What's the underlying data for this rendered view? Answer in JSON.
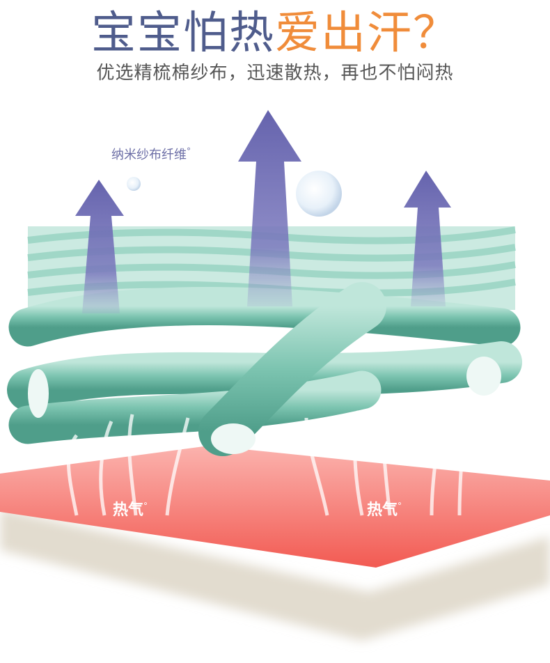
{
  "header": {
    "title_part1": "宝宝怕热",
    "title_part2": "爱出汗？",
    "subtitle": "优选精梳棉纱布，迅速散热，再也不怕闷热"
  },
  "illustration": {
    "fiber_label": "纳米纱布纤维",
    "fiber_degree": "°",
    "heat_labels": [
      {
        "text": "热气",
        "degree": "°"
      },
      {
        "text": "热气",
        "degree": "°"
      }
    ],
    "icons": [
      "arrow-up-icon",
      "bubble-icon",
      "steam-arrow-icon"
    ],
    "colors": {
      "title_blue": "#4f5c8c",
      "title_orange": "#f08c3a",
      "arrow_purple": "#6a68b0",
      "fabric_green": "#7cc4b0",
      "heat_red": "#f25a52",
      "shadow_beige": "#e2dccf"
    }
  }
}
